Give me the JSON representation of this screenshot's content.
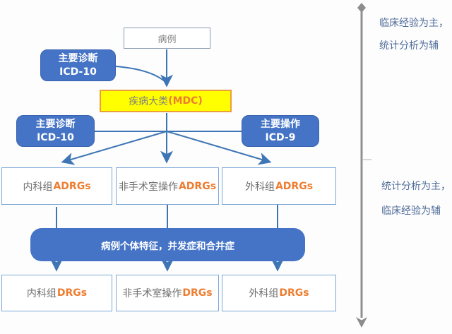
{
  "colors": {
    "blue_fill": "#4574C6",
    "yellow_fill": "#FFFF00",
    "yellow_border": "#EE9D3B",
    "orange_text": "#ED7D31",
    "gray_text": "#6E6E6E",
    "arrow_blue": "#3E76B5",
    "timeline_gray": "#8C8C8C",
    "annotation_blue": "#4E6B99",
    "white_box_border": "#7BA7D7"
  },
  "flowchart": {
    "case_box": {
      "label": "病例"
    },
    "primary_diagnosis_top": {
      "line1": "主要诊断",
      "line2": "ICD-10"
    },
    "mdc_box": {
      "label_zh": "疾病大类",
      "label_en": "(MDC)"
    },
    "primary_diagnosis_left": {
      "line1": "主要诊断",
      "line2": "ICD-10"
    },
    "primary_operation_right": {
      "line1": "主要操作",
      "line2": "ICD-9"
    },
    "adrg_row": [
      {
        "label_zh": "内科组",
        "label_en": "ADRGs"
      },
      {
        "label_zh": "非手术室操作",
        "label_en": "ADRGs"
      },
      {
        "label_zh": "外科组",
        "label_en": "ADRGs"
      }
    ],
    "feature_bar": {
      "label": "病例个体特征，并发症和合并症"
    },
    "drg_row": [
      {
        "label_zh": "内科组",
        "label_en": "DRGs"
      },
      {
        "label_zh": "非手术室操作",
        "label_en": "DRGs"
      },
      {
        "label_zh": "外科组",
        "label_en": "DRGs"
      }
    ]
  },
  "annotations": {
    "upper": {
      "line1": "临床经验为主，",
      "line2": "统计分析为辅"
    },
    "lower": {
      "line1": "统计分析为主，",
      "line2": "临床经验为辅"
    }
  }
}
